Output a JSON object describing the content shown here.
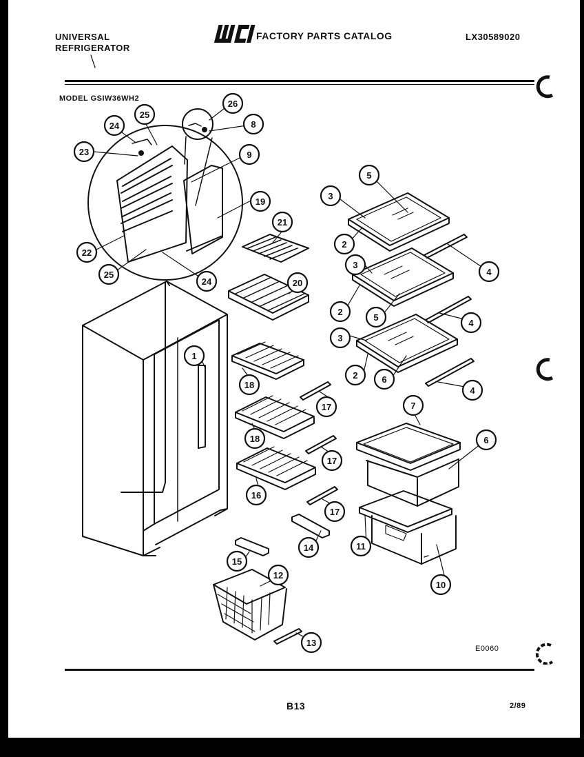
{
  "header": {
    "brand_line1": "UNIVERSAL",
    "brand_line2": "REFRIGERATOR",
    "logo_text": "WCI",
    "catalog_title": "FACTORY PARTS CATALOG",
    "catalog_number": "LX30589020"
  },
  "model_label": "MODEL GSIW36WH2",
  "figure_code": "E0060",
  "footer": {
    "page_number": "B13",
    "date": "2/89"
  },
  "callouts": [
    "26",
    "8",
    "25",
    "24",
    "23",
    "9",
    "19",
    "22",
    "25",
    "24",
    "21",
    "20",
    "5",
    "3",
    "2",
    "4",
    "3",
    "2",
    "5",
    "4",
    "3",
    "2",
    "6",
    "4",
    "1",
    "18",
    "17",
    "18",
    "17",
    "16",
    "17",
    "7",
    "6",
    "14",
    "11",
    "10",
    "15",
    "12",
    "13"
  ],
  "colors": {
    "ink": "#111111",
    "paper": "#ffffff",
    "border": "#000000"
  }
}
